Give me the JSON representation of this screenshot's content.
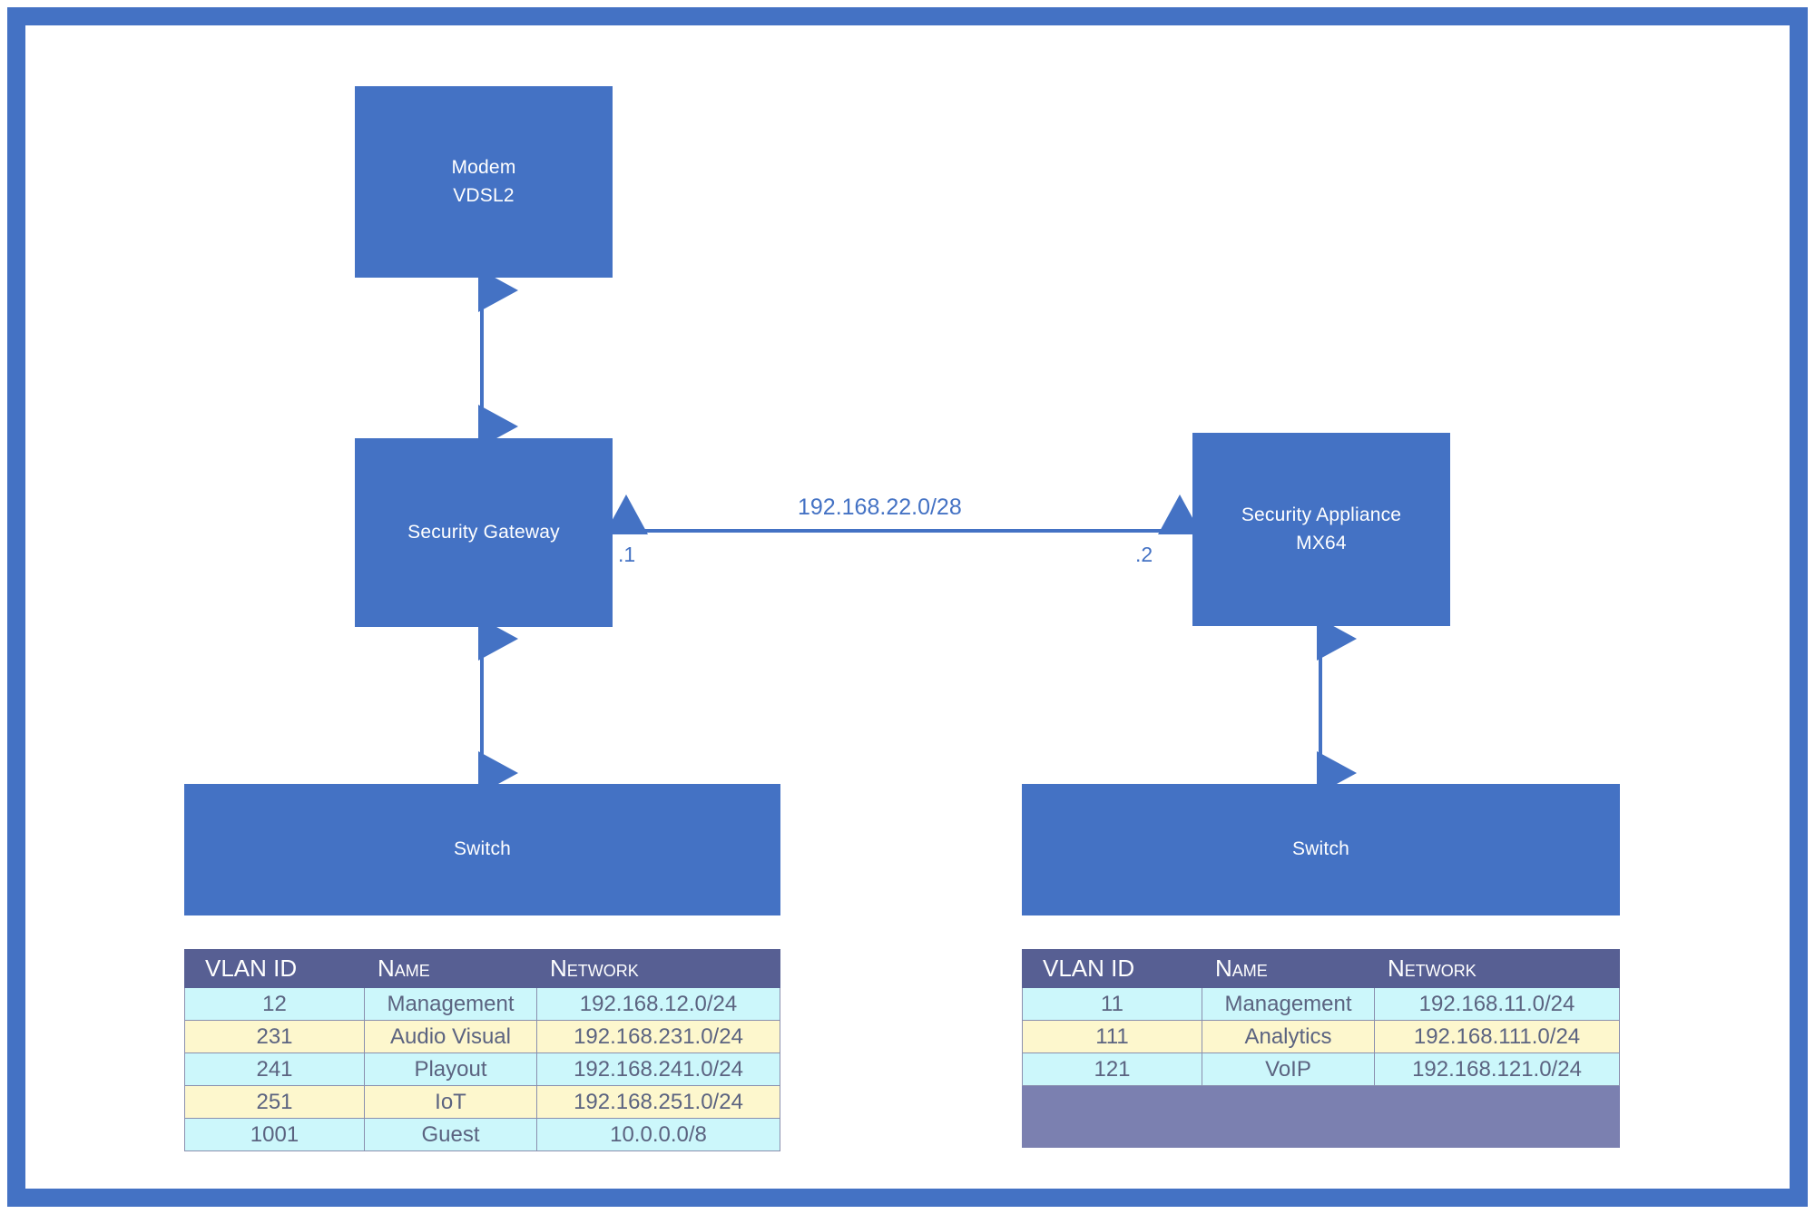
{
  "diagram": {
    "title": "Network topology with VLAN allocation tables",
    "colors": {
      "frame": "#4472c4",
      "node_fill": "#4472c4",
      "node_text": "#ffffff",
      "connector": "#4472c4",
      "link_label_text": "#4472c4",
      "table_header_fill": "#575f93",
      "table_header_text": "#ffffff",
      "table_row_cyan": "#ccf7fb",
      "table_row_yellow": "#fdf7cd",
      "table_text": "#5b6380",
      "table_border": "#8a8fae",
      "table_footer_band": "#7b80b0"
    },
    "nodes": {
      "modem": {
        "line1": "Modem",
        "line2": "VDSL2"
      },
      "security_gateway": {
        "line1": "Security Gateway",
        "line2": ""
      },
      "security_appliance": {
        "line1": "Security Appliance",
        "line2": "MX64"
      },
      "switch_left": {
        "line1": "Switch",
        "line2": ""
      },
      "switch_right": {
        "line1": "Switch",
        "line2": ""
      }
    },
    "links": {
      "modem_to_gateway": {
        "label": ""
      },
      "gateway_to_appliance": {
        "label": "192.168.22.0/28",
        "endpoint_left": ".1",
        "endpoint_right": ".2"
      },
      "gateway_to_switch_left": {
        "label": ""
      },
      "appliance_to_switch_right": {
        "label": ""
      }
    },
    "tables": {
      "left": {
        "headers": [
          "VLAN ID",
          "Name",
          "Network"
        ],
        "rows": [
          {
            "vlan_id": "12",
            "name": "Management",
            "network": "192.168.12.0/24"
          },
          {
            "vlan_id": "231",
            "name": "Audio Visual",
            "network": "192.168.231.0/24"
          },
          {
            "vlan_id": "241",
            "name": "Playout",
            "network": "192.168.241.0/24"
          },
          {
            "vlan_id": "251",
            "name": "IoT",
            "network": "192.168.251.0/24"
          },
          {
            "vlan_id": "1001",
            "name": "Guest",
            "network": "10.0.0.0/8"
          }
        ],
        "footer_band": ""
      },
      "right": {
        "headers": [
          "VLAN ID",
          "Name",
          "Network"
        ],
        "rows": [
          {
            "vlan_id": "11",
            "name": "Management",
            "network": "192.168.11.0/24"
          },
          {
            "vlan_id": "111",
            "name": "Analytics",
            "network": "192.168.111.0/24"
          },
          {
            "vlan_id": "121",
            "name": "VoIP",
            "network": "192.168.121.0/24"
          }
        ],
        "footer_band": ""
      }
    }
  }
}
